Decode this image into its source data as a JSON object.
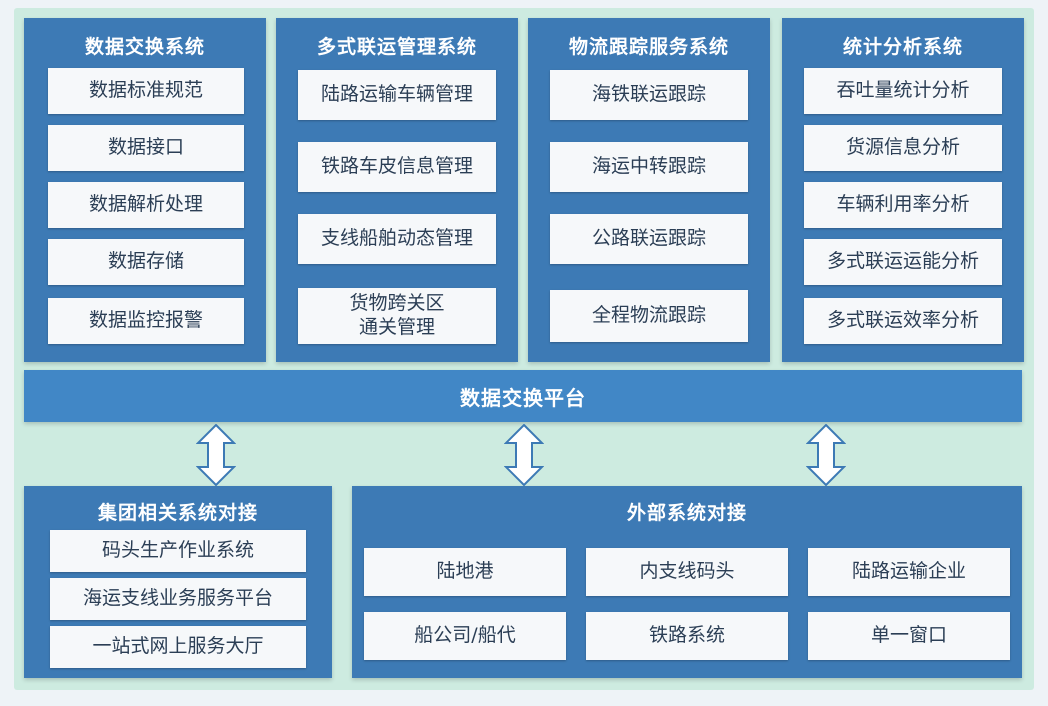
{
  "columns": [
    {
      "title": "数据交换系统",
      "items": [
        "数据标准规范",
        "数据接口",
        "数据解析处理",
        "数据存储",
        "数据监控报警"
      ]
    },
    {
      "title": "多式联运管理系统",
      "items": [
        "陆路运输车辆管理",
        "铁路车皮信息管理",
        "支线船舶动态管理",
        "货物跨关区\n通关管理"
      ]
    },
    {
      "title": "物流跟踪服务系统",
      "items": [
        "海铁联运跟踪",
        "海运中转跟踪",
        "公路联运跟踪",
        "全程物流跟踪"
      ]
    },
    {
      "title": "统计分析系统",
      "items": [
        "吞吐量统计分析",
        "货源信息分析",
        "车辆利用率分析",
        "多式联运运能分析",
        "多式联运效率分析"
      ]
    }
  ],
  "platform": {
    "title": "数据交换平台"
  },
  "group": {
    "title": "集团相关系统对接",
    "items": [
      "码头生产作业系统",
      "海运支线业务服务平台",
      "一站式网上服务大厅"
    ]
  },
  "external": {
    "title": "外部系统对接",
    "items": [
      "陆地港",
      "内支线码头",
      "陆路运输企业",
      "船公司/船代",
      "铁路系统",
      "单一窗口"
    ]
  },
  "colors": {
    "panel": "#3d7ab5",
    "platform": "#4187c6",
    "background": "#cdebe0",
    "box": "#f6f8fa",
    "text": "#2b3e55"
  }
}
